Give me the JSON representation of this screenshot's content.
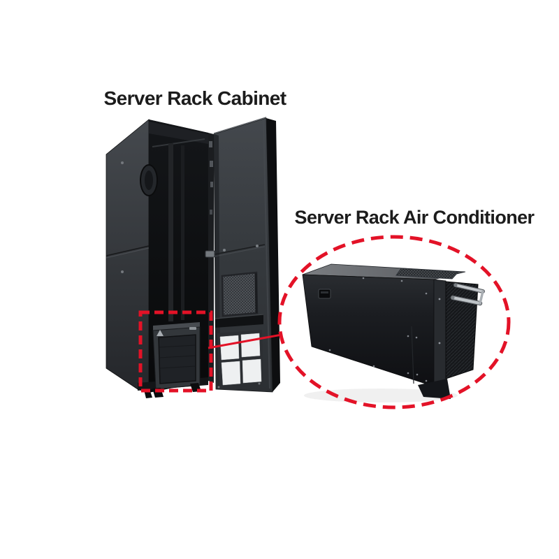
{
  "titles": {
    "cabinet": "Server Rack Cabinet",
    "air_conditioner": "Server Rack Air Conditioner"
  },
  "colors": {
    "accent_red": "#e31227",
    "title_text": "#1c1c1c",
    "background": "#ffffff"
  },
  "figures": {
    "cabinet_alt": "Black server rack cabinet with front door open and air conditioner installed in the bottom bay",
    "ac_alt": "Black rack-mount server rack air conditioner unit highlighted with a red dashed ellipse"
  }
}
